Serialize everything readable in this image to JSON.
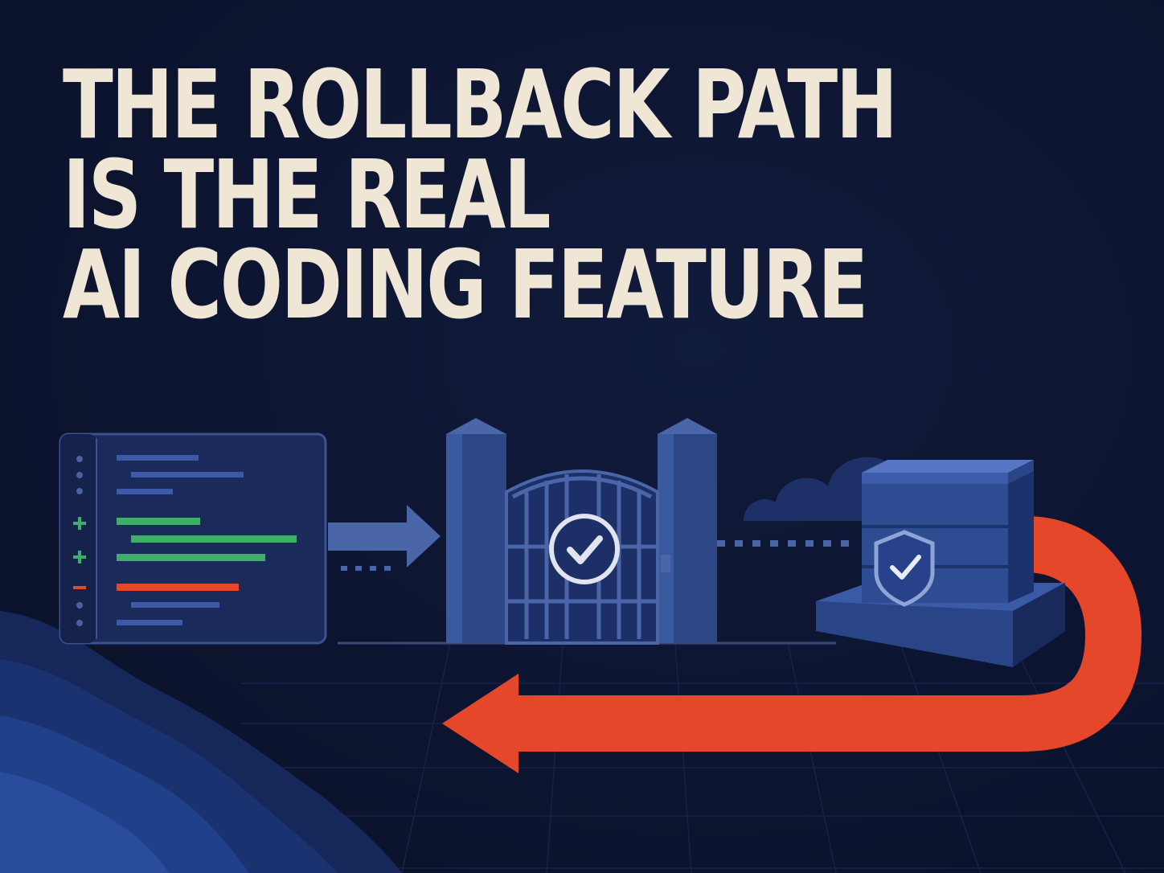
{
  "headline": {
    "line1": "THE ROLLBACK PATH",
    "line2": "IS THE REAL",
    "line3": "AI CODING FEATURE"
  },
  "icons": [
    "code-diff-panel",
    "gate-checkmark-icon",
    "server-shield-icon",
    "cloud-icon",
    "rollback-arrow"
  ],
  "colors": {
    "background": "#0d1530",
    "headline": "#efe6d6",
    "accent_red": "#e5472b",
    "diff_green": "#3fae6a",
    "steel_blue": "#3d5a9a"
  }
}
